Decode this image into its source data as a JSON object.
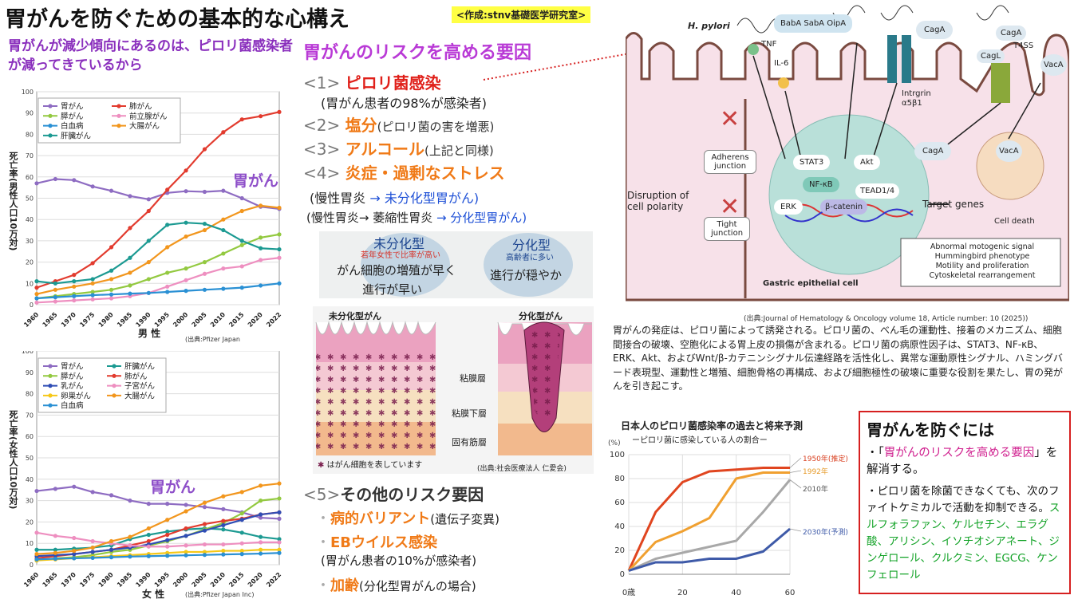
{
  "title": "胃がんを防ぐための基本的な心構え",
  "credit": "<作成:stnv基礎医学研究室>",
  "subtitle": "胃がんが減少傾向にあるのは、ピロリ菌感染者が減ってきているから",
  "risk_heading": "胃がんのリスクを高める要因",
  "factors": [
    {
      "num": "<1>",
      "name": "ピロリ菌感染",
      "note": ""
    },
    {
      "num": "<2>",
      "name": "塩分",
      "note": "(ピロリ菌の害を増悪)"
    },
    {
      "num": "<3>",
      "name": "アルコール",
      "note": "(上記と同様)"
    },
    {
      "num": "<4>",
      "name": "炎症・過剰なストレス",
      "note": ""
    }
  ],
  "f1_sub": "(胃がん患者の98%が感染者)",
  "chain1a": "(慢性胃炎",
  "chain1b": " → 未分化型胃がん)",
  "chain2a": "(慢性胃炎→ 萎縮性胃炎",
  "chain2b": " → 分化型胃がん)",
  "types": {
    "u_title": "未分化型",
    "u_sub": "若年女性で比率が高い",
    "u_desc1": "がん細胞の増殖が早く",
    "u_desc2": "進行が早い",
    "d_title": "分化型",
    "d_sub": "高齢者に多い",
    "d_desc": "進行が穏やか"
  },
  "hist": {
    "left_title": "未分化型がん",
    "right_title": "分化型がん",
    "layer1": "粘膜層",
    "layer2": "粘膜下層",
    "layer3": "固有筋層",
    "legend": "はがん細胞を表しています",
    "source": "(出典:社会医療法人 仁愛会)"
  },
  "other": {
    "heading_num": "<5>",
    "heading": "その他のリスク要因",
    "i1": "病的バリアント",
    "i1n": "(遺伝子変異)",
    "i2": "EBウイルス感染",
    "i2s": "(胃がん患者の10%が感染者)",
    "i3": "加齢",
    "i3n": "(分化型胃がんの場合)"
  },
  "male_label": "胃がん",
  "female_label": "胃がん",
  "male_xlabel": "男 性",
  "female_xlabel": "女 性",
  "male_source": "(出典:Pfizer Japan",
  "female_source": "(出典:Pfizer Japan Inc)",
  "male_ylabel": "死亡率(男性人口10万対)",
  "female_ylabel": "死亡率(女性人口10万対)",
  "fig": {
    "hpylori": "H. pylori",
    "baba": "BabA SabA OipA",
    "caga": "CagA",
    "tnf": "TNF",
    "il6": "IL-6",
    "intrgrin": "Intrgrin",
    "a5b1": "α5β1",
    "cagl": "CagL",
    "t4ss": "T4SS",
    "vaca": "VacA",
    "adherens": "Adherens junction",
    "disruption": "Disruption of cell polarity",
    "tight": "Tight junction",
    "stat3": "STAT3",
    "akt": "Akt",
    "nfkb": "NF-κB",
    "tead": "TEAD1/4",
    "erk": "ERK",
    "bcat": "β-catenin",
    "target": "Target genes",
    "celldeath": "Cell death",
    "effects": "Abnormal motogenic signal\nHummingbird phenotype\nMotility and proliferation\nCytoskeletal rearrangement",
    "gastric": "Gastric epithelial cell",
    "source": "(出典:Journal of Hematology & Oncology volume 18, Article number: 10 (2025))"
  },
  "jp_text": "胃がんの発症は、ピロリ菌によって誘発される。ピロリ菌の、べん毛の運動性、接着のメカニズム、細胞間接合の破壊、空胞化による胃上皮の損傷が含まれる。ピロリ菌の病原性因子は、STAT3、NF-κB、ERK、Akt、およびWnt/β-カテニンシグナル伝達経路を活性化し、異常な運動原性シグナル、ハミングバード表現型、運動性と増殖、細胞骨格の再構成、および細胞極性の破壊に重要な役割を果たし、胃の発がんを引き起こす。",
  "prevention": {
    "title": "胃がんを防ぐには",
    "b1a": "・「",
    "b1b": "胃がんのリスクを高める要因",
    "b1c": "」を解消する。",
    "b2": "・ピロリ菌を除菌できなくても、次のファイトケミカルで活動を抑制できる。",
    "b3": "スルフォラファン、ケルセチン、エラグ酸、アリシン、イソチオシアネート、ジンゲロール、クルクミン、EGCG、ケンフェロール"
  },
  "chart_data": [
    {
      "id": "male",
      "type": "line",
      "ylim": [
        0,
        100
      ],
      "yticks": [
        0,
        10,
        20,
        30,
        40,
        50,
        60,
        70,
        80,
        90,
        100
      ],
      "x": [
        "1960",
        "1965",
        "1970",
        "1975",
        "1980",
        "1985",
        "1990",
        "1995",
        "2000",
        "2005",
        "2010",
        "2015",
        "2020",
        "2022"
      ],
      "series": [
        {
          "name": "胃がん",
          "color": "#8e6cc2",
          "values": [
            57,
            59,
            58.5,
            55.5,
            53.5,
            51,
            49.5,
            52.5,
            53.3,
            53,
            53.5,
            50,
            46,
            45
          ]
        },
        {
          "name": "肺がん",
          "color": "#e23b2e",
          "values": [
            8,
            11,
            14,
            19.5,
            27,
            36,
            44,
            54,
            63,
            73,
            81,
            87,
            88.5,
            90.5
          ]
        },
        {
          "name": "膵がん",
          "color": "#93c940",
          "values": [
            3,
            4,
            5,
            6,
            7,
            9,
            12,
            15,
            17,
            20,
            24,
            28,
            31.5,
            33
          ]
        },
        {
          "name": "前立腺がん",
          "color": "#ee8fc0",
          "values": [
            1,
            1.5,
            2,
            2.5,
            3,
            4,
            5.5,
            8.5,
            11.5,
            14.5,
            17,
            18,
            21,
            22
          ]
        },
        {
          "name": "白血病",
          "color": "#2a90d4",
          "values": [
            3,
            3.5,
            4,
            4.5,
            4.8,
            5.2,
            5.5,
            6,
            6.5,
            7,
            7.5,
            8,
            9,
            10
          ]
        },
        {
          "name": "大腸がん",
          "color": "#f2961d",
          "values": [
            5,
            7,
            8.5,
            10,
            12,
            15,
            20,
            27,
            32,
            35,
            40,
            44,
            46.5,
            45.5
          ]
        },
        {
          "name": "肝臓がん",
          "color": "#1c9a92",
          "values": [
            11,
            10,
            11,
            12,
            16,
            22,
            30,
            37.5,
            38.5,
            38,
            35,
            30,
            26.5,
            26
          ]
        }
      ]
    },
    {
      "id": "female",
      "type": "line",
      "ylim": [
        0,
        100
      ],
      "yticks": [
        0,
        10,
        20,
        30,
        40,
        50,
        60,
        70,
        80,
        90,
        100
      ],
      "x": [
        "1960",
        "1965",
        "1970",
        "1975",
        "1980",
        "1985",
        "1990",
        "1995",
        "2000",
        "2005",
        "2010",
        "2015",
        "2020",
        "2022"
      ],
      "series": [
        {
          "name": "胃がん",
          "color": "#8e6cc2",
          "values": [
            34.5,
            35.5,
            36.5,
            34,
            32.5,
            30,
            28.5,
            28.5,
            28,
            27,
            26,
            24.5,
            22,
            21.5
          ]
        },
        {
          "name": "肝臓がん",
          "color": "#1c9a92",
          "values": [
            7,
            7,
            7.5,
            8,
            9,
            12,
            14,
            15.5,
            16.5,
            17,
            16.5,
            15,
            13,
            12
          ]
        },
        {
          "name": "膵がん",
          "color": "#93c940",
          "values": [
            2,
            3,
            3.5,
            4.5,
            6,
            7,
            9,
            11,
            13.5,
            16.5,
            19.5,
            24,
            30,
            31
          ]
        },
        {
          "name": "肺がん",
          "color": "#e23b2e",
          "values": [
            3,
            4,
            5,
            6,
            7,
            9,
            11,
            14,
            17,
            19,
            20.5,
            21.5,
            23.5,
            24.5
          ]
        },
        {
          "name": "乳がん",
          "color": "#2f4db5",
          "values": [
            4,
            4.5,
            5,
            6,
            7,
            8,
            9.5,
            11.5,
            13.5,
            16,
            18.5,
            21,
            23.5,
            24.5
          ]
        },
        {
          "name": "子宮がん",
          "color": "#ee8fc0",
          "values": [
            15,
            13.5,
            12.5,
            11,
            10,
            9,
            8.5,
            8.5,
            9,
            9.5,
            9.5,
            10,
            10.5,
            10.5
          ]
        },
        {
          "name": "卵巣がん",
          "color": "#f6c818",
          "values": [
            2,
            2.5,
            3,
            3.5,
            4,
            4.5,
            5,
            5.5,
            6,
            6,
            6.5,
            6.5,
            7,
            7
          ]
        },
        {
          "name": "大腸がん",
          "color": "#f2961d",
          "values": [
            5,
            5.5,
            6.5,
            8,
            11,
            13,
            17,
            21,
            25,
            29,
            32,
            34,
            37,
            38
          ]
        },
        {
          "name": "白血病",
          "color": "#2a90d4",
          "values": [
            2.5,
            2.8,
            3,
            3.2,
            3.5,
            3.8,
            4,
            4.2,
            4.4,
            4.6,
            4.8,
            5,
            5.2,
            5.5
          ]
        }
      ]
    },
    {
      "id": "hpylori",
      "type": "line",
      "title": "日本人のピロリ菌感染率の過去と将来予測",
      "subtitle": "ーピロリ菌に感染している人の割合ー",
      "y_unit": "(%)",
      "ylim": [
        0,
        100
      ],
      "yticks": [
        0,
        20,
        40,
        60,
        80,
        100
      ],
      "xlim": [
        0,
        60
      ],
      "xticks": [
        "0歳",
        "20",
        "40",
        "60"
      ],
      "series": [
        {
          "name": "1950年(推定)",
          "color": "#e0451f",
          "points": [
            [
              0,
              3
            ],
            [
              10,
              52
            ],
            [
              20,
              77
            ],
            [
              30,
              86
            ],
            [
              40,
              87.5
            ],
            [
              50,
              89
            ],
            [
              60,
              89
            ]
          ]
        },
        {
          "name": "1992年",
          "color": "#f0a030",
          "points": [
            [
              0,
              3
            ],
            [
              10,
              27
            ],
            [
              20,
              36
            ],
            [
              30,
              47
            ],
            [
              40,
              80
            ],
            [
              50,
              85
            ],
            [
              60,
              85
            ]
          ]
        },
        {
          "name": "2010年",
          "color": "#a8a8a8",
          "points": [
            [
              0,
              3
            ],
            [
              10,
              13
            ],
            [
              20,
              18
            ],
            [
              30,
              23
            ],
            [
              40,
              28
            ],
            [
              50,
              52
            ],
            [
              60,
              79
            ]
          ]
        },
        {
          "name": "2030年(予測)",
          "color": "#3e5aa8",
          "points": [
            [
              0,
              3
            ],
            [
              10,
              10
            ],
            [
              20,
              10
            ],
            [
              30,
              13
            ],
            [
              40,
              13
            ],
            [
              50,
              19
            ],
            [
              60,
              38
            ]
          ]
        }
      ]
    }
  ]
}
